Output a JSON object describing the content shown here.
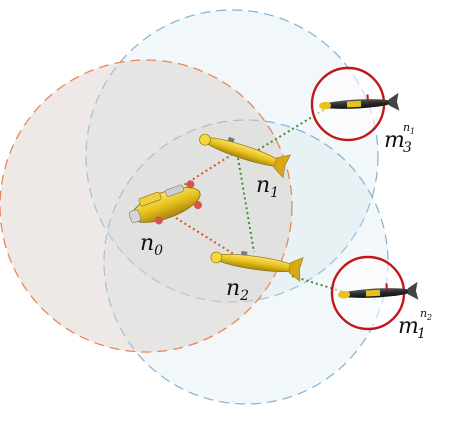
{
  "colors": {
    "orange_range": "#e8875a",
    "blue_range": "#7fb3d8",
    "gray_fill": "#d9d9d9",
    "orange_fill": "#f2c8b4",
    "blue_fill": "#cfe3ea",
    "link_orange": "#d9542a",
    "link_green": "#3e8e2f",
    "target_ring": "#c01818",
    "vehicle_yellow": "#e6c21a",
    "vehicle_dark": "#2a2a2a"
  },
  "nodes": {
    "n0": {
      "base": "n",
      "sub": "0"
    },
    "n1": {
      "base": "n",
      "sub": "1"
    },
    "n2": {
      "base": "n",
      "sub": "2"
    },
    "m3": {
      "base": "m",
      "sub": "3",
      "sup_base": "n",
      "sup_sub": "1"
    },
    "m1": {
      "base": "m",
      "sub": "1",
      "sup_base": "n",
      "sup_sub": "2"
    }
  },
  "icons": {
    "n0_vehicle": "hovering-auv-icon",
    "n1_vehicle": "torpedo-auv-icon",
    "n2_vehicle": "torpedo-auv-icon",
    "m3_vehicle": "torpedo-auv-icon",
    "m1_vehicle": "torpedo-auv-icon"
  }
}
